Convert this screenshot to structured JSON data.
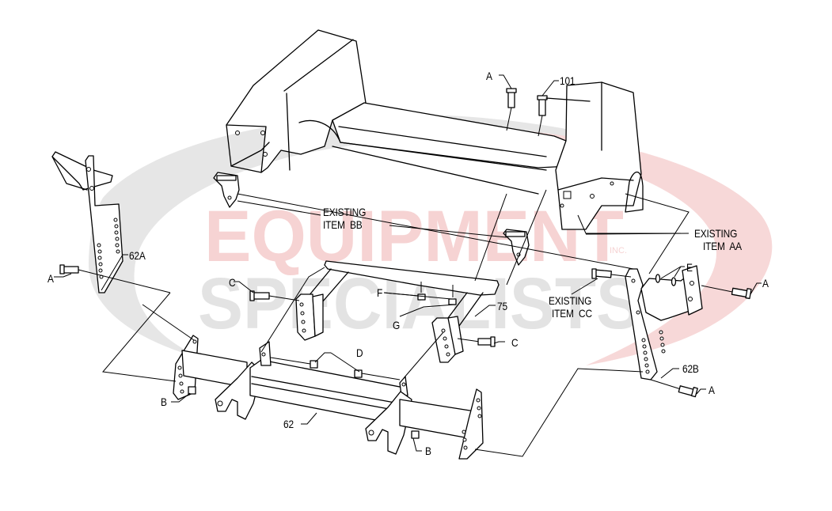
{
  "diagram": {
    "type": "exploded-parts-diagram",
    "subject": "Snowplow mount frame assembly",
    "watermark": {
      "line1": "EQUIPMENT",
      "line2": "SPECIALISTS",
      "suffix": "INC.",
      "color_red": "#f6d3d3",
      "color_gray": "#e3e3e3"
    },
    "labels": {
      "a_top": "A",
      "item_101": "101",
      "existing_bb_1": "EXISTING",
      "existing_bb_2": "ITEM  BB",
      "existing_aa_1": "EXISTING",
      "existing_aa_2": "ITEM  AA",
      "item_62a": "62A",
      "a_left": "A",
      "e": "E",
      "a_right": "A",
      "c_left": "C",
      "f": "F",
      "g": "G",
      "item_75": "75",
      "existing_cc_1": "EXISTING",
      "existing_cc_2": "ITEM  CC",
      "c_right": "C",
      "d": "D",
      "item_62b": "62B",
      "a_bottom_right": "A",
      "b_left": "B",
      "item_62": "62",
      "b_right": "B"
    },
    "parts": [
      {
        "id": "62",
        "name": "Main crossbar"
      },
      {
        "id": "62A",
        "name": "Left upright bracket"
      },
      {
        "id": "62B",
        "name": "Right upright bracket"
      },
      {
        "id": "75",
        "name": "Center frame"
      },
      {
        "id": "101",
        "name": "Bolt"
      },
      {
        "id": "A",
        "name": "Bolt"
      },
      {
        "id": "B",
        "name": "Nut"
      },
      {
        "id": "C",
        "name": "Bolt"
      },
      {
        "id": "D",
        "name": "Nut"
      },
      {
        "id": "E",
        "name": "Washer"
      },
      {
        "id": "F",
        "name": "Washer"
      },
      {
        "id": "G",
        "name": "Nut"
      },
      {
        "id": "AA",
        "name": "Existing item AA"
      },
      {
        "id": "BB",
        "name": "Existing item BB"
      },
      {
        "id": "CC",
        "name": "Existing item CC"
      }
    ]
  }
}
